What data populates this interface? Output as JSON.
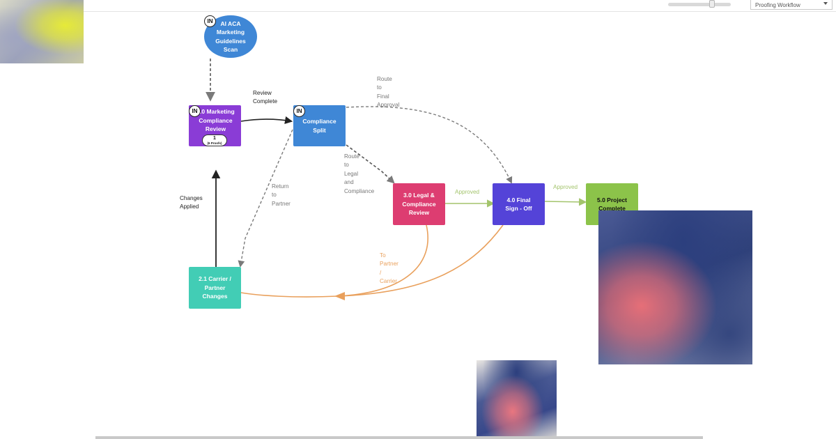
{
  "toolbar": {
    "workflow_select_value": "Proofing Workflow"
  },
  "nodes": {
    "scan": {
      "label": "AI ACA Marketing Guidelines Scan",
      "badge": "IN",
      "color": "#3f87d6"
    },
    "marketing_review": {
      "label": "1.0 Marketing Compliance Review",
      "badge": "IN",
      "count": "1",
      "count_detail": "(6 Proofs)",
      "color": "#8a3cd6"
    },
    "compliance_split": {
      "label": "Compliance Split",
      "badge": "IN",
      "color": "#3f87d6"
    },
    "legal_review": {
      "label": "3.0 Legal & Compliance Review",
      "color": "#dd3d71"
    },
    "final_signoff": {
      "label": "4.0 Final Sign - Off",
      "color": "#5443d8"
    },
    "project_complete": {
      "label": "5.0 Project Complete",
      "color": "#8cc34a"
    },
    "carrier_changes": {
      "label": "2.1 Carrier / Partner Changes",
      "color": "#42cdb5"
    }
  },
  "edges": {
    "review_complete": "Review\nComplete",
    "route_final": "Route\nto\nFinal\nApproval",
    "route_legal": "Route\nto\nLegal\nand\nCompliance",
    "return_partner": "Return\nto\nPartner",
    "changes_applied": "Changes\nApplied",
    "approved_1": "Approved",
    "approved_2": "Approved",
    "to_partner": "To\nPartner\n/\nCarrier"
  },
  "colors": {
    "edge_dark": "#222222",
    "edge_dashed": "#7a7a7a",
    "edge_approved": "#a3c46c",
    "edge_orange": "#e9a05c"
  }
}
